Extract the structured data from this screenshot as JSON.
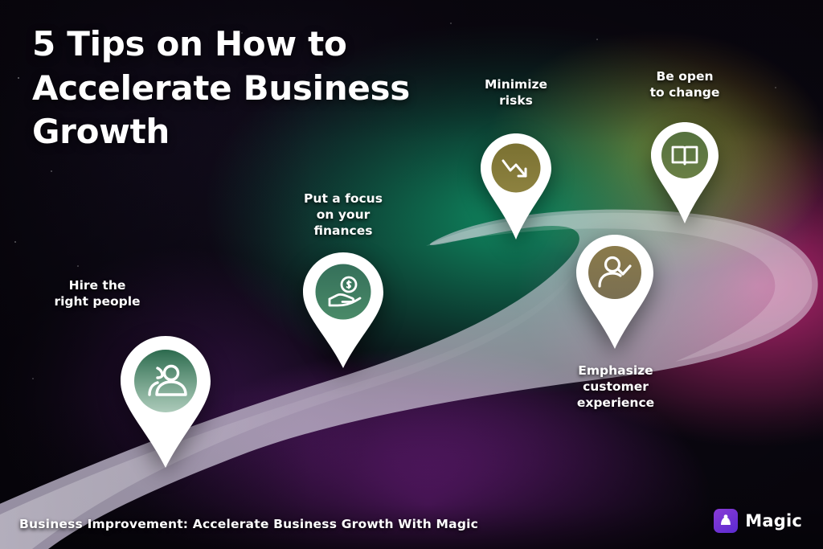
{
  "headline": "5 Tips on How to Accelerate Business Growth",
  "footer": {
    "text": "Business Improvement: Accelerate Business Growth With Magic",
    "brand_name": "Magic",
    "brand_icon": "magic-logo-icon"
  },
  "colors": {
    "pin_fill": "#ffffff",
    "pin_inner_top": "#2f6f52",
    "pin_inner_bottom": "#3c7d5c",
    "text": "#ffffff",
    "brand_purple": "#7b3bd6",
    "road": "#c9c3d6"
  },
  "tips": [
    {
      "id": 1,
      "label": "Hire the\nright people",
      "icon": "people-group-icon",
      "label_align": "center"
    },
    {
      "id": 2,
      "label": "Put a focus\non your\nfinances",
      "icon": "hand-coin-icon",
      "label_align": "center"
    },
    {
      "id": 3,
      "label": "Minimize\nrisks",
      "icon": "downward-trend-arrow-icon",
      "label_align": "center"
    },
    {
      "id": 4,
      "label": "Be open\nto change",
      "icon": "open-book-icon",
      "label_align": "center"
    },
    {
      "id": 5,
      "label": "Emphasize\ncustomer\nexperience",
      "icon": "user-check-icon",
      "label_align": "center"
    }
  ]
}
